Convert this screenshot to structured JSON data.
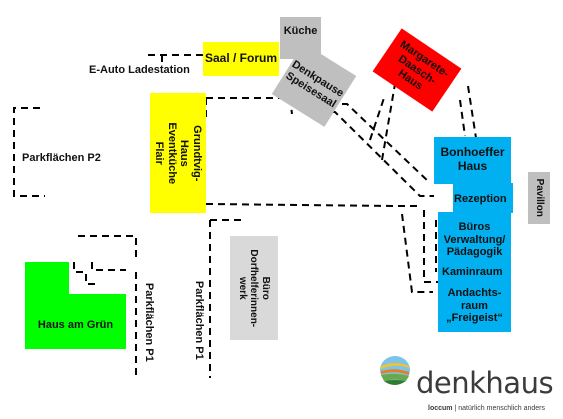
{
  "map": {
    "kueche": "Küche",
    "saal": "Saal / Forum",
    "e_auto": "E-Auto Ladestation",
    "denkpause": "Denkpause\nSpeisesaal",
    "margarete": "Margarete-\nDaasch-\nHaus",
    "grundtvig": "Grundtvig-Haus\nEventküche\nFlair",
    "parkflaechen_p2": "Parkflächen P2",
    "bonhoeffer": "Bonhoeffer\nHaus",
    "rezeption": "Rezeption",
    "pavillon": "Pavillon",
    "bueros": "Büros\nVerwaltung/\nPädagogik",
    "kaminraum": "Kaminraum",
    "andachtsraum": "Andachts-\nraum\n„Freigeist“",
    "buero_dorf": "Büro\nDorfhelferinnen-\nwerk",
    "haus_am_gruen": "Haus am Grün",
    "parkflaechen_p1_a": "Parkflächen P1",
    "parkflaechen_p1_b": "Parkflächen P1"
  },
  "colors": {
    "yellow": "#ffff00",
    "gray": "#bfbfbf",
    "red": "#ff0000",
    "blue": "#00b0f0",
    "green": "#00ff00",
    "logo_text": "#3b3b3b"
  },
  "logo": {
    "name": "denkhaus",
    "tagline_brand": "loccum",
    "tagline_rest": " | natürlich menschlich anders"
  }
}
